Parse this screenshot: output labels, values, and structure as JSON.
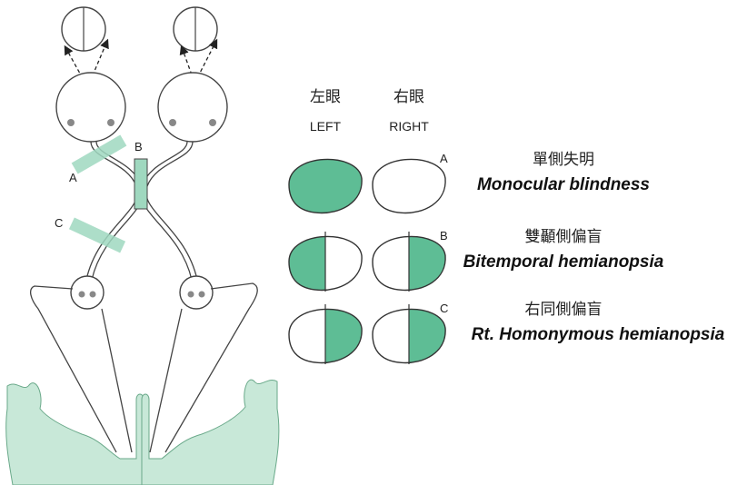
{
  "colors": {
    "affected": "#5ebd95",
    "lesion": "#9fd8bf",
    "cortex": "#c8e8d8",
    "outline": "#444444"
  },
  "columns": {
    "left_cn": "左眼",
    "left_en": "LEFT",
    "right_cn": "右眼",
    "right_en": "RIGHT"
  },
  "lesions": [
    {
      "id": "A",
      "label": "A"
    },
    {
      "id": "B",
      "label": "B"
    },
    {
      "id": "C",
      "label": "C"
    }
  ],
  "rows": [
    {
      "marker": "A",
      "name_cn": "單側失明",
      "name_en": "Monocular blindness",
      "left_field": "full",
      "right_field": "none"
    },
    {
      "marker": "B",
      "name_cn": "雙顳側偏盲",
      "name_en": "Bitemporal hemianopsia",
      "left_field": "left-half",
      "right_field": "right-half"
    },
    {
      "marker": "C",
      "name_cn": "右同側偏盲",
      "name_en": "Rt. Homonymous hemianopsia",
      "left_field": "right-half",
      "right_field": "right-half"
    }
  ]
}
